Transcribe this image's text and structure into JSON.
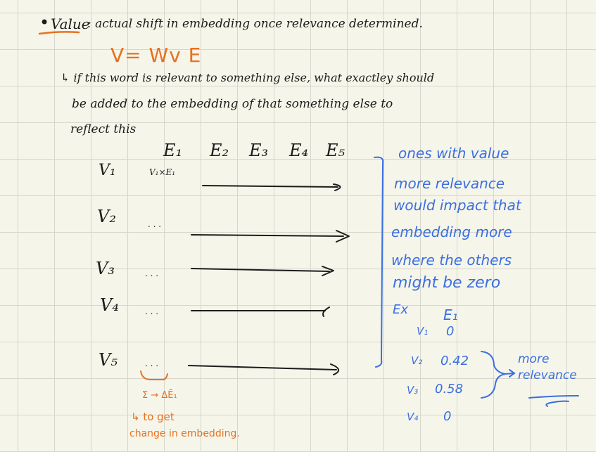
{
  "definition": {
    "bullet": "•",
    "term": "Value",
    "text": ": actual shift in embedding once relevance determined.",
    "formula": "V= Wv E"
  },
  "explanation": {
    "line1": "↳ if this word is relevant to something else, what exactley should",
    "line2": "be added to the embedding of that something else to",
    "line3": "reflect this"
  },
  "matrix": {
    "columns": [
      "E₁",
      "E₂",
      "E₃",
      "E₄",
      "E₅"
    ],
    "rows": [
      "V₁",
      "V₂",
      "V₃",
      "V₄",
      "V₅"
    ],
    "first_cell": "V₁×E₁",
    "ellipsis": ". . ."
  },
  "sum_annotation": {
    "formula": "Σ → ΔĒ₁",
    "note_line1": "↳ to get",
    "note_line2": "change in embedding."
  },
  "side_note": {
    "lines": [
      "ones with value",
      "more relevance",
      "would impact that",
      "embedding more",
      "where the others",
      "might be zero"
    ]
  },
  "example": {
    "label": "Ex",
    "column": "E₁",
    "rows": [
      {
        "name": "V₁",
        "value": "0"
      },
      {
        "name": "V₂",
        "value": "0.42"
      },
      {
        "name": "V₃",
        "value": "0.58"
      },
      {
        "name": "V₄",
        "value": "0"
      }
    ],
    "annotation_line1": "more",
    "annotation_line2": "relevance"
  },
  "colors": {
    "ink": "#1c1c1c",
    "orange": "#e8711f",
    "blue": "#3a6fe0",
    "paper": "#f6f5ea",
    "grid": "#d6d6cc"
  }
}
